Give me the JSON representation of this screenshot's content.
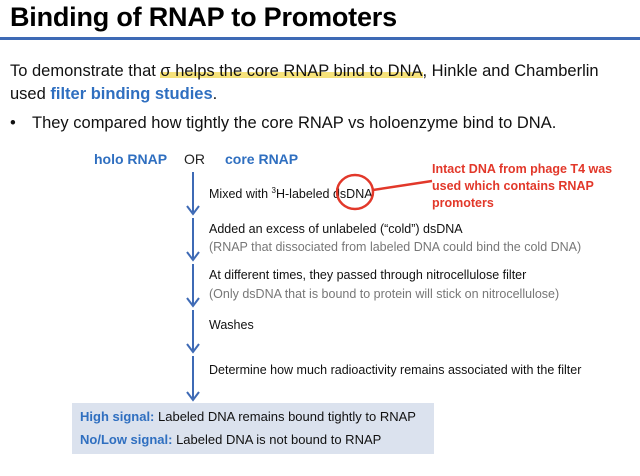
{
  "slide": {
    "title": "Binding of RNAP to Promoters"
  },
  "intro": {
    "part1": "To demonstrate that ",
    "highlight": "σ helps the core RNAP bind to DNA",
    "part2": ", Hinkle and Chamberlin used ",
    "method": "filter binding studies",
    "end": "."
  },
  "bullet": {
    "symbol": "•",
    "text": "They compared how tightly the core RNAP vs holoenzyme bind to DNA."
  },
  "choices": {
    "holo": "holo RNAP",
    "or": "OR",
    "core": "core RNAP"
  },
  "steps": {
    "mixed_prefix": "Mixed with ",
    "isotope": "3",
    "mixed_suffix": "H-labeled dsDNA",
    "added": "Added an excess of unlabeled (“cold”) dsDNA",
    "added_note": "(RNAP that dissociated from labeled DNA could bind the cold DNA)",
    "times": "At different times, they passed through nitrocellulose filter",
    "times_note": "(Only dsDNA that is bound to protein will stick on nitrocellulose)",
    "washes": "Washes",
    "determine": "Determine how much radioactivity remains associated with the filter"
  },
  "callout": {
    "text": "Intact DNA from phage T4 was used which contains RNAP promoters"
  },
  "results": {
    "high_label": "High signal:",
    "high_text": " Labeled DNA remains bound tightly to RNAP",
    "low_label": "No/Low signal:",
    "low_text": " Labeled DNA is not bound to RNAP"
  },
  "colors": {
    "accent_blue": "#2f6fc0",
    "rule_blue": "#3e6ab5",
    "callout_red": "#e2382a",
    "highlight_yellow": "#f6e27a",
    "result_box": "#dbe2ee"
  }
}
